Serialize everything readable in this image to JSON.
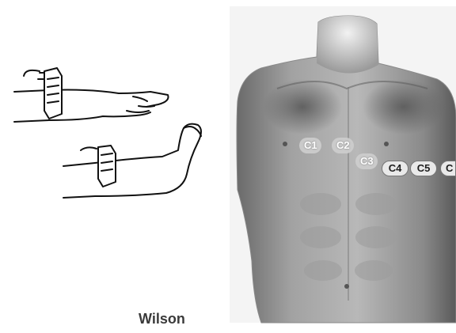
{
  "caption": "Wilson",
  "electrodes": [
    {
      "label": "C1",
      "style": "light"
    },
    {
      "label": "C2",
      "style": "light"
    },
    {
      "label": "C3",
      "style": "light"
    },
    {
      "label": "C4",
      "style": "dark"
    },
    {
      "label": "C5",
      "style": "dark"
    },
    {
      "label": "C",
      "style": "dark"
    }
  ]
}
